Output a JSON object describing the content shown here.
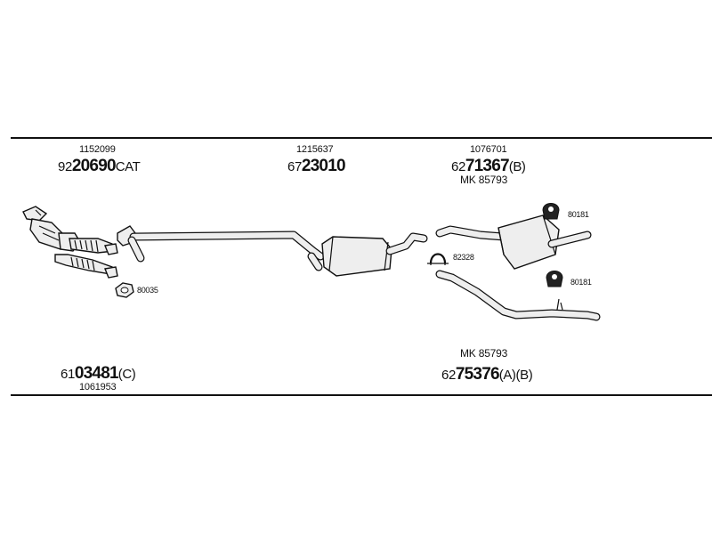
{
  "labels": {
    "front_pipe": {
      "ref": "1152099",
      "prefix": "92",
      "main": "20690",
      "suffix": "CAT"
    },
    "middle_silencer": {
      "ref": "1215637",
      "prefix": "67",
      "main": "23010",
      "suffix": ""
    },
    "rear_silencer": {
      "ref": "1076701",
      "prefix": "62",
      "main": "71367",
      "suffix": "(B)",
      "mk": "MK 85793"
    },
    "tail_pipe": {
      "mk": "MK 85793",
      "prefix": "62",
      "main": "75376",
      "suffix": "(A)(B)"
    },
    "catalyst": {
      "prefix": "61",
      "main": "03481",
      "suffix": "(C)",
      "ref": "1061953"
    }
  },
  "small_parts": {
    "gasket": "80035",
    "clamp": "82328",
    "mount_top": "80181",
    "mount_bottom": "80181"
  }
}
